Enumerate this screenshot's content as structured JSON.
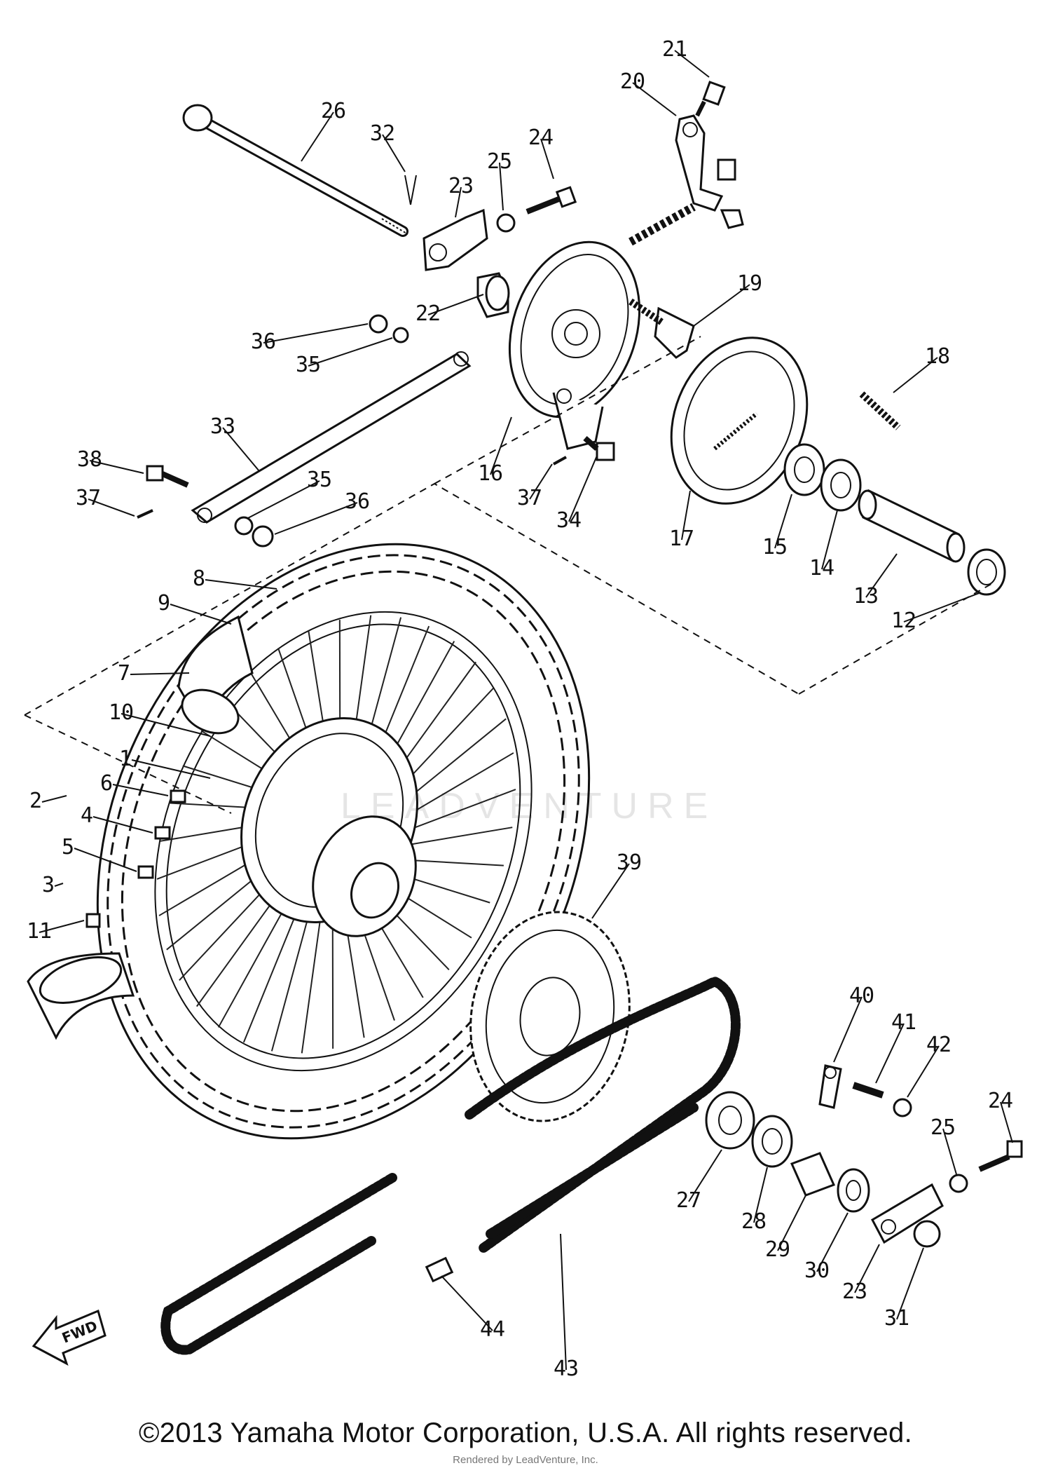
{
  "diagram": {
    "callouts": [
      {
        "id": "c21",
        "text": "21"
      },
      {
        "id": "c20",
        "text": "20"
      },
      {
        "id": "c26",
        "text": "26"
      },
      {
        "id": "c32",
        "text": "32"
      },
      {
        "id": "c24a",
        "text": "24"
      },
      {
        "id": "c25a",
        "text": "25"
      },
      {
        "id": "c23a",
        "text": "23"
      },
      {
        "id": "c19",
        "text": "19"
      },
      {
        "id": "c22",
        "text": "22"
      },
      {
        "id": "c36a",
        "text": "36"
      },
      {
        "id": "c35a",
        "text": "35"
      },
      {
        "id": "c18",
        "text": "18"
      },
      {
        "id": "c33",
        "text": "33"
      },
      {
        "id": "c38",
        "text": "38"
      },
      {
        "id": "c37a",
        "text": "37"
      },
      {
        "id": "c16",
        "text": "16"
      },
      {
        "id": "c35b",
        "text": "35"
      },
      {
        "id": "c36b",
        "text": "36"
      },
      {
        "id": "c37b",
        "text": "37"
      },
      {
        "id": "c34",
        "text": "34"
      },
      {
        "id": "c17",
        "text": "17"
      },
      {
        "id": "c15",
        "text": "15"
      },
      {
        "id": "c14",
        "text": "14"
      },
      {
        "id": "c13",
        "text": "13"
      },
      {
        "id": "c12",
        "text": "12"
      },
      {
        "id": "c8",
        "text": "8"
      },
      {
        "id": "c9",
        "text": "9"
      },
      {
        "id": "c7",
        "text": "7"
      },
      {
        "id": "c10",
        "text": "10"
      },
      {
        "id": "c1",
        "text": "1"
      },
      {
        "id": "c6",
        "text": "6"
      },
      {
        "id": "c2",
        "text": "2"
      },
      {
        "id": "c4",
        "text": "4"
      },
      {
        "id": "c5",
        "text": "5"
      },
      {
        "id": "c3",
        "text": "3"
      },
      {
        "id": "c11",
        "text": "11"
      },
      {
        "id": "c39",
        "text": "39"
      },
      {
        "id": "c40",
        "text": "40"
      },
      {
        "id": "c41",
        "text": "41"
      },
      {
        "id": "c42",
        "text": "42"
      },
      {
        "id": "c24b",
        "text": "24"
      },
      {
        "id": "c25b",
        "text": "25"
      },
      {
        "id": "c27",
        "text": "27"
      },
      {
        "id": "c28",
        "text": "28"
      },
      {
        "id": "c29",
        "text": "29"
      },
      {
        "id": "c30",
        "text": "30"
      },
      {
        "id": "c23b",
        "text": "23"
      },
      {
        "id": "c31",
        "text": "31"
      },
      {
        "id": "c44",
        "text": "44"
      },
      {
        "id": "c43",
        "text": "43"
      }
    ],
    "fwd_label": "FWD",
    "watermark": "LEADVENTURE"
  },
  "footer": {
    "copyright": "©2013 Yamaha Motor Corporation, U.S.A. All rights reserved.",
    "render_note": "Rendered by LeadVenture, Inc."
  }
}
